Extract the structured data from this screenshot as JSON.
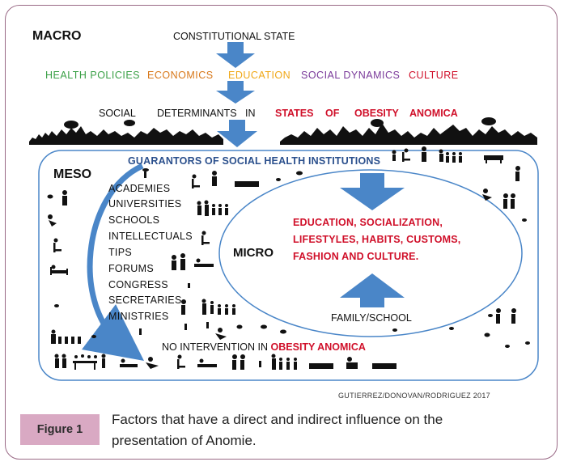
{
  "macro": {
    "title": "MACRO",
    "constitutional_state": "CONSTITUTIONAL STATE",
    "factors": [
      {
        "label": "HEALTH  POLICIES",
        "color": "#3aa046"
      },
      {
        "label": "ECONOMICS",
        "color": "#d8781a"
      },
      {
        "label": "EDUCATION",
        "color": "#f0a818"
      },
      {
        "label": "SOCIAL  DYNAMICS",
        "color": "#7a3a9a"
      },
      {
        "label": "CULTURE",
        "color": "#d0102a"
      }
    ],
    "determinants": {
      "social": "SOCIAL",
      "determinants": "DETERMINANTS",
      "in": "IN",
      "states": "STATES",
      "of": "OF",
      "obesity": "OBESITY",
      "anomica": "ANOMICA"
    }
  },
  "meso": {
    "title": "MESO",
    "guarantors": "GUARANTORS OF SOCIAL HEALTH INSTITUTIONS",
    "institutions": [
      "ACADEMIES",
      "UNIVERSITIES",
      "SCHOOLS",
      "INTELLECTUALS",
      "TIPS",
      "FORUMS",
      "CONGRESS",
      "SECRETARIES",
      "MINISTRIES"
    ],
    "no_intervention_prefix": "NO INTERVENTION IN",
    "no_intervention_highlight": "OBESITY ANOMICA"
  },
  "micro": {
    "title": "MICRO",
    "text_lines": [
      "EDUCATION, SOCIALIZATION,",
      "LIFESTYLES, HABITS, CUSTOMS,",
      "FASHION AND CULTURE."
    ],
    "family_school": "FAMILY/SCHOOL"
  },
  "credit": "GUTIERREZ/DONOVAN/RODRIGUEZ  2017",
  "figure": {
    "label": "Figure 1",
    "caption_line1": "Factors that have a direct and indirect influence on the",
    "caption_line2": "presentation of Anomie."
  },
  "colors": {
    "arrow_blue": "#4a86c8",
    "border": "#9a6a86",
    "label_bg": "#d9a9c3",
    "guarantors": "#2a4f8c",
    "red": "#d0102a"
  }
}
